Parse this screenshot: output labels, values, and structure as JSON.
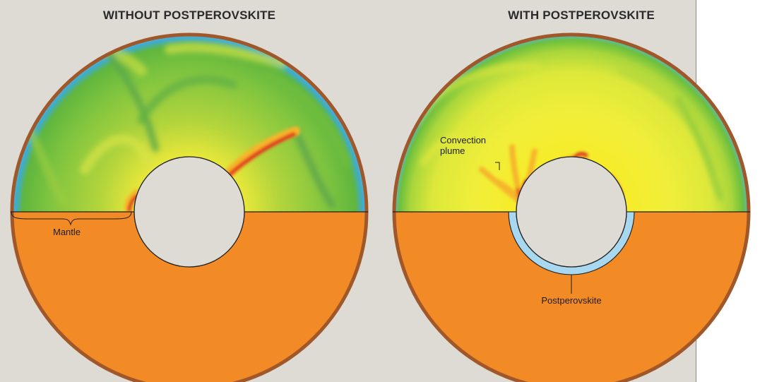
{
  "panels": {
    "left": {
      "title": "WITHOUT POSTPEROVSKITE"
    },
    "right": {
      "title": "WITH POSTPEROVSKITE"
    }
  },
  "labels": {
    "mantle": "Mantle",
    "plume_line1": "Convection",
    "plume_line2": "plume",
    "postperovskite": "Postperovskite"
  },
  "colors": {
    "background": "#dddbd4",
    "shell_outline": "#a0582a",
    "lower_half": "#f28a26",
    "core": "#dddbd4",
    "postperovskite_layer": "#a7d8f0",
    "hot": "#d8231c",
    "warm": "#f6ec2a",
    "cool": "#5fb53b",
    "cold": "#58b4e4"
  }
}
